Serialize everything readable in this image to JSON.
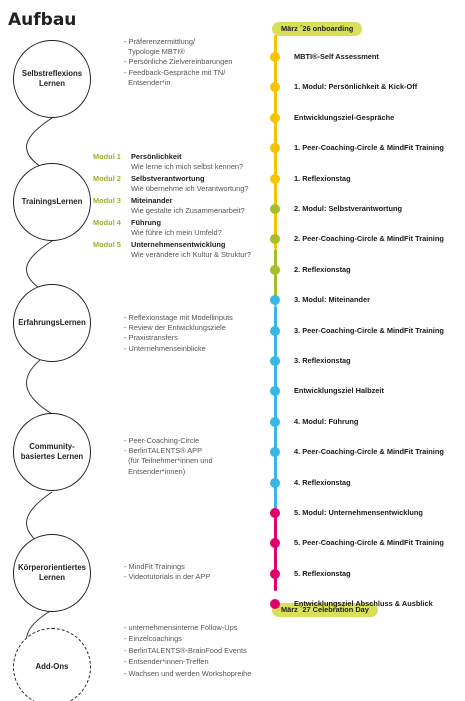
{
  "title": "Aufbau",
  "stages": [
    {
      "label": "Selbstreflexions Lernen",
      "items": [
        "- Präferenzermittlung/",
        "  Typologie MBTI®",
        "- Persönliche Zielvereinbarungen",
        "- Feedback-Gespräche mit TN/",
        "  Entsender*in"
      ]
    },
    {
      "label": "TrainingsLernen",
      "items": []
    },
    {
      "label": "ErfahrungsLernen",
      "items": [
        "- Reflexionstage mit Modellinputs",
        "- Review der Entwicklungsziele",
        "- Praxistransfers",
        "- Unternehmenseinblicke"
      ]
    },
    {
      "label": "Community-basiertes Lernen",
      "items": [
        "- Peer-Coaching-Circle",
        "- BerlinTALENTS® APP",
        "  (für Teilnehmer*innen und",
        "  Entsender*innen)"
      ]
    },
    {
      "label": "Körperorientiertes Lernen",
      "items": [
        "- MindFit Trainings",
        "- Videotutorials in der APP"
      ]
    },
    {
      "label": "Add-Ons",
      "items": [
        "- unternehmensinterne Follow-Ups",
        "- Einzelcoachings",
        "- BerlinTALENTS®-BrainFood Events",
        "- Entsender*innen-Treffen",
        "- Wachsen und werden Workshopreihe"
      ]
    }
  ],
  "modules": [
    {
      "num": "Modul 1",
      "name": "Persönlichkeit",
      "sub": "Wie lerne ich mich selbst kennen?"
    },
    {
      "num": "Modul 2",
      "name": "Selbstverantwortung",
      "sub": "Wie übernehme ich Verantwortung?"
    },
    {
      "num": "Modul 3",
      "name": "Miteinander",
      "sub": "Wie gestalte ich Zusammenarbeit?"
    },
    {
      "num": "Modul 4",
      "name": "Führung",
      "sub": "Wie führe ich mein Umfeld?"
    },
    {
      "num": "Modul 5",
      "name": "Unternehmensentwicklung",
      "sub": "Wie verändere ich Kultur & Struktur?"
    }
  ],
  "timeline": {
    "start": "März ´26 onboarding",
    "end": "März ´27 Celebration Day",
    "colors": {
      "yellow": "#f6c400",
      "green": "#a9bc2a",
      "blue": "#38b6e6",
      "pink": "#e0006c",
      "pill": "#d8e05a"
    },
    "items": [
      {
        "label": "MBTI®-Self Assessment",
        "color": "yellow"
      },
      {
        "label": "1. Modul: Persönlichkeit & Kick-Off",
        "color": "yellow"
      },
      {
        "label": "Entwicklungsziel-Gespräche",
        "color": "yellow"
      },
      {
        "label": "1. Peer-Coaching-Circle & MindFit Training",
        "color": "yellow"
      },
      {
        "label": "1. Reflexionstag",
        "color": "yellow"
      },
      {
        "label": "2. Modul: Selbstverantwortung",
        "color": "green"
      },
      {
        "label": "2. Peer-Coaching-Circle & MindFit Training",
        "color": "green"
      },
      {
        "label": "2. Reflexionstag",
        "color": "green"
      },
      {
        "label": "3. Modul: Miteinander",
        "color": "blue"
      },
      {
        "label": "3. Peer-Coaching-Circle & MindFit Training",
        "color": "blue"
      },
      {
        "label": "3. Reflexionstag",
        "color": "blue"
      },
      {
        "label": "Entwicklungsziel Halbzeit",
        "color": "blue"
      },
      {
        "label": "4. Modul: Führung",
        "color": "blue"
      },
      {
        "label": "4. Peer-Coaching-Circle & MindFit Training",
        "color": "blue"
      },
      {
        "label": "4. Reflexionstag",
        "color": "blue"
      },
      {
        "label": "5. Modul: Unternehmensentwicklung",
        "color": "pink"
      },
      {
        "label": "5. Peer-Coaching-Circle & MindFit Training",
        "color": "pink"
      },
      {
        "label": "5. Reflexionstag",
        "color": "pink"
      },
      {
        "label": "Entwicklungsziel  Abschluss & Ausblick",
        "color": "pink"
      }
    ]
  }
}
